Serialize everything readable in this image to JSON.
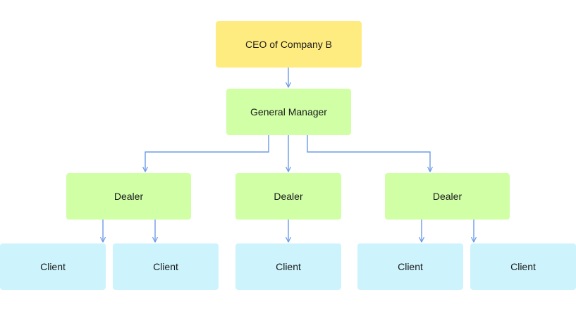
{
  "diagram": {
    "colors": {
      "ceo": "#ffec80",
      "manager": "#d0ffa6",
      "dealer": "#d0ffa6",
      "client": "#cdf4fc",
      "connector": "#6b9be8",
      "text": "#1a1a1a"
    },
    "nodes": {
      "ceo": {
        "label": "CEO of Company B"
      },
      "manager": {
        "label": "General Manager"
      },
      "dealer_1": {
        "label": "Dealer"
      },
      "dealer_2": {
        "label": "Dealer"
      },
      "dealer_3": {
        "label": "Dealer"
      },
      "client_1": {
        "label": "Client"
      },
      "client_2": {
        "label": "Client"
      },
      "client_3": {
        "label": "Client"
      },
      "client_4": {
        "label": "Client"
      },
      "client_5": {
        "label": "Client"
      }
    },
    "edges": [
      {
        "from": "ceo",
        "to": "manager"
      },
      {
        "from": "manager",
        "to": "dealer_1"
      },
      {
        "from": "manager",
        "to": "dealer_2"
      },
      {
        "from": "manager",
        "to": "dealer_3"
      },
      {
        "from": "dealer_1",
        "to": "client_1"
      },
      {
        "from": "dealer_1",
        "to": "client_2"
      },
      {
        "from": "dealer_2",
        "to": "client_3"
      },
      {
        "from": "dealer_3",
        "to": "client_4"
      },
      {
        "from": "dealer_3",
        "to": "client_5"
      }
    ]
  }
}
